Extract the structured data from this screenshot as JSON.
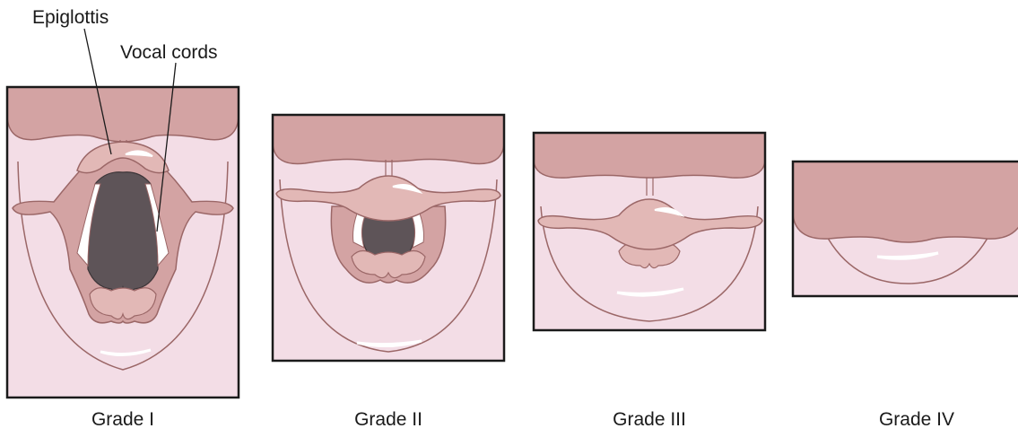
{
  "labels": {
    "epiglottis": "Epiglottis",
    "vocal_cords": "Vocal cords"
  },
  "grades": [
    {
      "caption": "Grade I"
    },
    {
      "caption": "Grade II"
    },
    {
      "caption": "Grade III"
    },
    {
      "caption": "Grade IV"
    }
  ],
  "colors": {
    "background": "#f3dde6",
    "tissue": "#d3a3a3",
    "tissue_dark": "#9b6767",
    "tissue_light": "#e2b8b6",
    "glottis": "#5e5458",
    "cords": "#ffffff",
    "frame": "#1a1a1a"
  }
}
